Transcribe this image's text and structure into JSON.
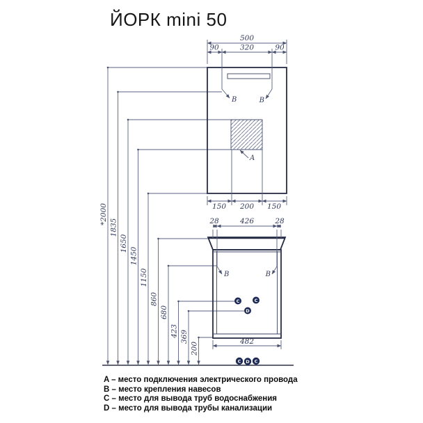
{
  "title": "ЙОРК mini 50",
  "colors": {
    "outline": "#262c45",
    "dimension_line": "#5a6280",
    "dimension_text": "#323a5c",
    "badge": "#1e2a56",
    "legend_text": "#0b0b0b"
  },
  "mirror_unit": {
    "width_total": "500",
    "top_dims": [
      "90",
      "320",
      "90"
    ],
    "bottom_dims": [
      "150",
      "200",
      "150"
    ],
    "hook_label": "B",
    "power_label": "A"
  },
  "base_unit": {
    "top_dims": [
      "28",
      "426",
      "28"
    ],
    "width_bottom": "482",
    "hook_label": "B",
    "supply_label": "C",
    "drain_label": "D"
  },
  "height_dims": [
    "*2000",
    "1835",
    "1650",
    "1450",
    "1150",
    "860",
    "680",
    "423",
    "369",
    "200"
  ],
  "floor_ports": [
    "C",
    "D",
    "C"
  ],
  "legend": [
    "A – место подключения электрического провода",
    "B – место крепления навесов",
    "C – место для вывода труб водоснабжения",
    "D – место для вывода трубы канализации"
  ]
}
